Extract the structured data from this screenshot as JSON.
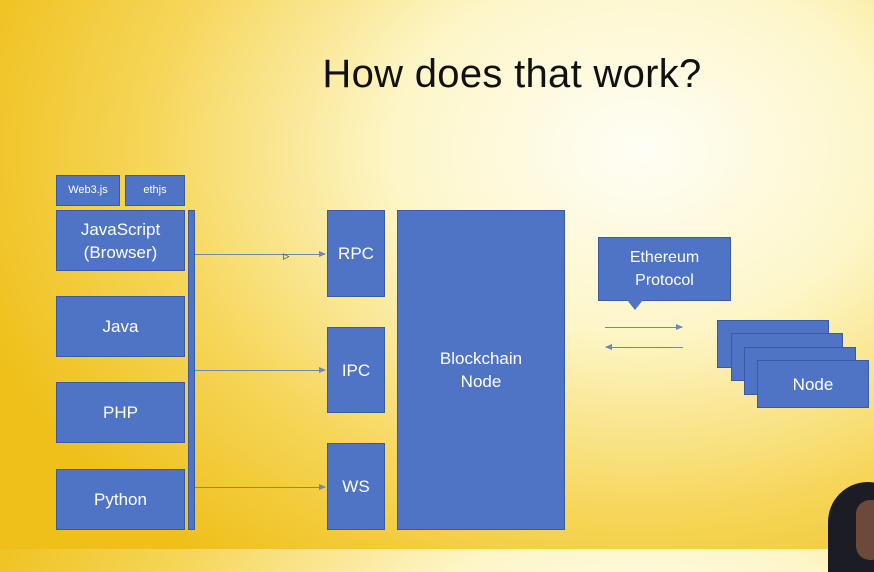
{
  "title": "How does that work?",
  "libraries": [
    "Web3.js",
    "ethjs"
  ],
  "clients": [
    "JavaScript\n(Browser)",
    "Java",
    "PHP",
    "Python"
  ],
  "interfaces": [
    "RPC",
    "IPC",
    "WS"
  ],
  "node": "Blockchain\nNode",
  "protocol": "Ethereum\nProtocol",
  "peer_node": "Node",
  "colors": {
    "box": "#4f74c6",
    "arrow": "#6f86b6",
    "background": "#f6d65a"
  }
}
